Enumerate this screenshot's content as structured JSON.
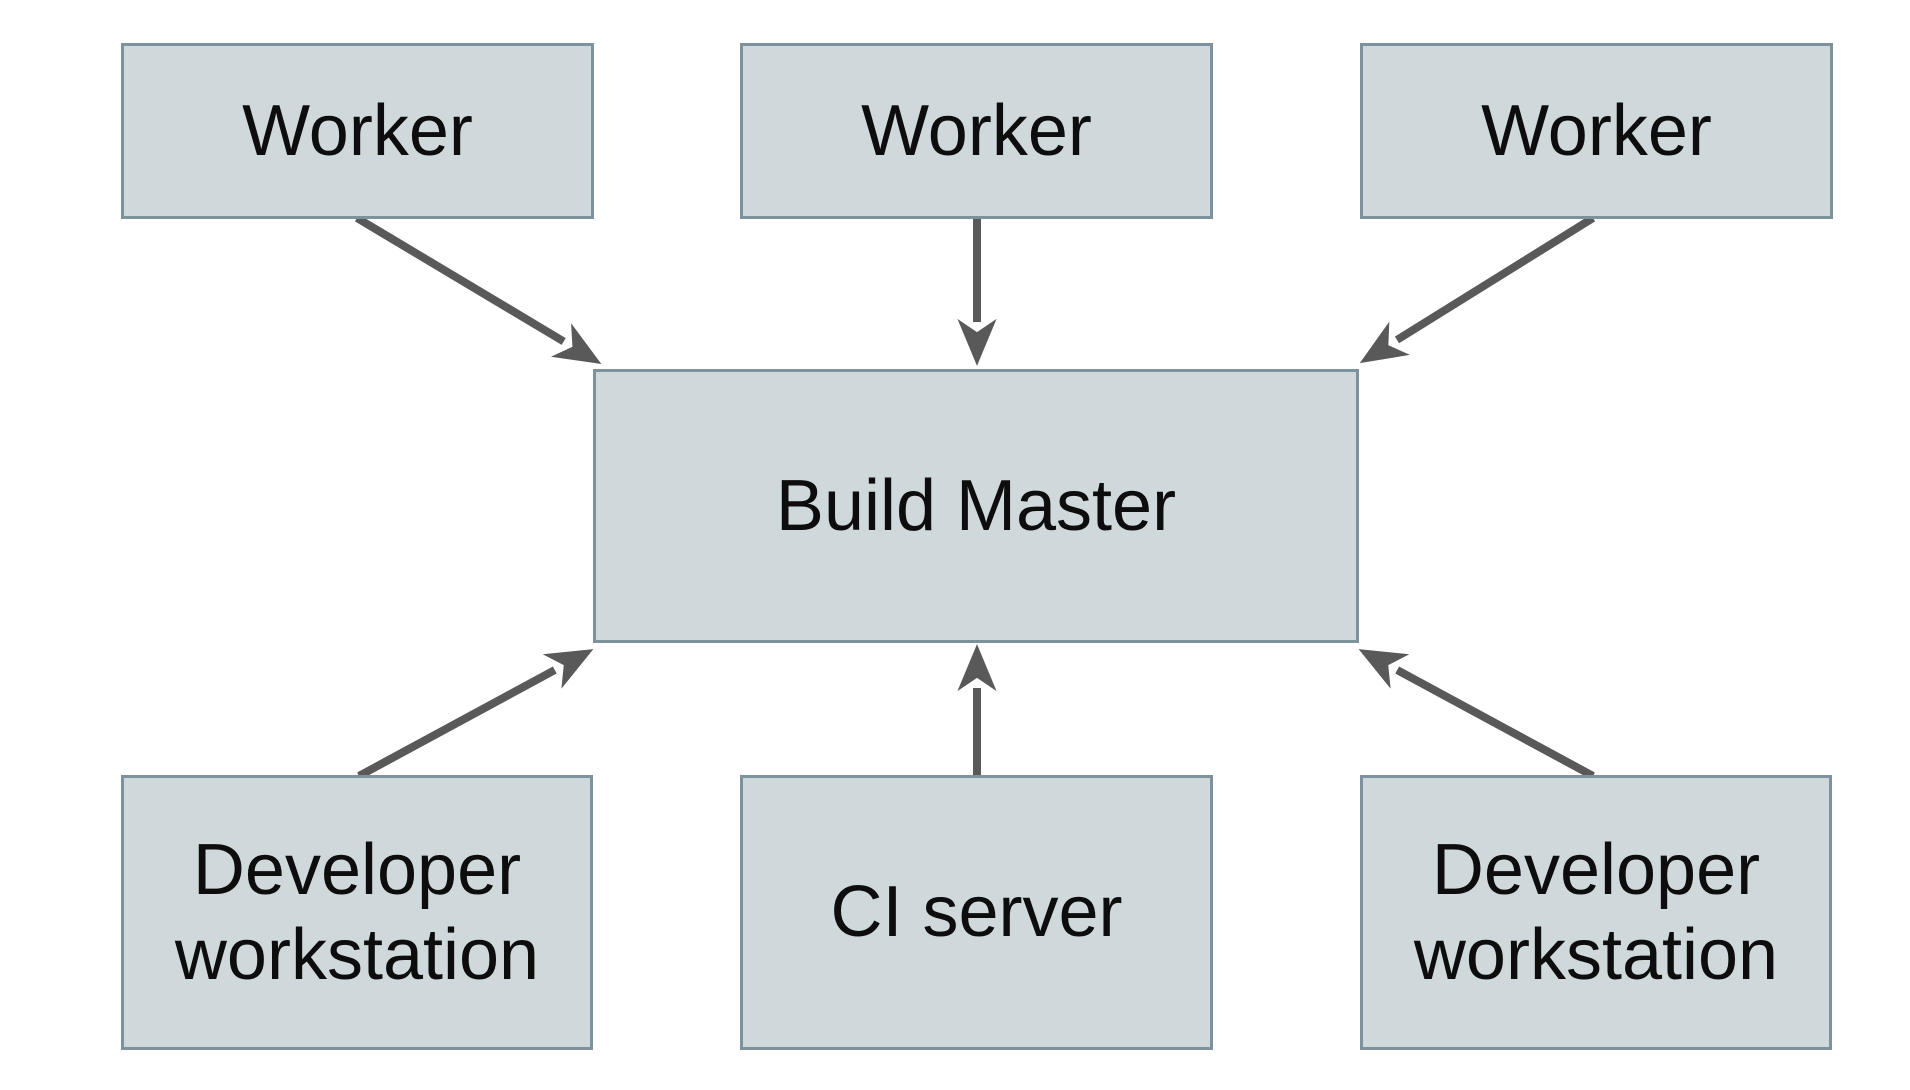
{
  "diagram": {
    "type": "architecture-diagram",
    "nodes": {
      "worker_left": {
        "label": "Worker"
      },
      "worker_center": {
        "label": "Worker"
      },
      "worker_right": {
        "label": "Worker"
      },
      "build_master": {
        "label": "Build Master"
      },
      "dev_workstation_left": {
        "label": "Developer workstation"
      },
      "ci_server": {
        "label": "CI server"
      },
      "dev_workstation_right": {
        "label": "Developer workstation"
      }
    },
    "edges": [
      {
        "from": "worker_left",
        "to": "build_master"
      },
      {
        "from": "worker_center",
        "to": "build_master"
      },
      {
        "from": "worker_right",
        "to": "build_master"
      },
      {
        "from": "dev_workstation_left",
        "to": "build_master"
      },
      {
        "from": "ci_server",
        "to": "build_master"
      },
      {
        "from": "dev_workstation_right",
        "to": "build_master"
      }
    ],
    "colors": {
      "background": "#ffffff",
      "node_fill": "#cfd8da",
      "node_border": "#7d929d",
      "arrow": "#595959",
      "text": "#0d0d0d"
    }
  }
}
